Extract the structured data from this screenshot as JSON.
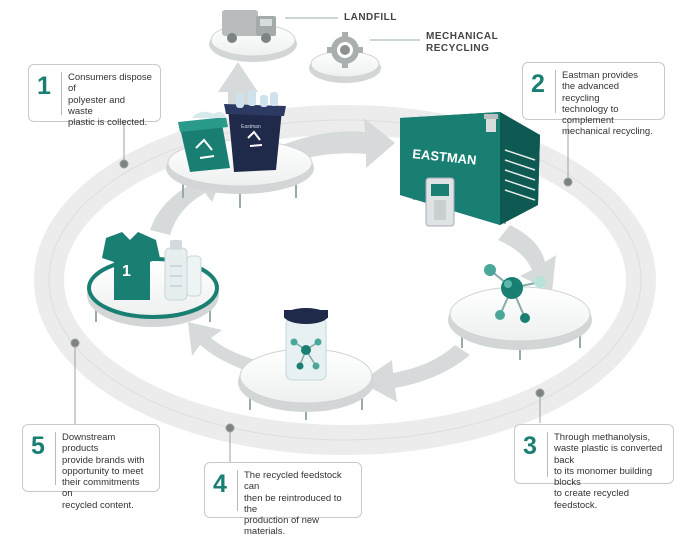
{
  "labels": {
    "landfill": "LANDFILL",
    "mechanical_recycling": [
      "MECHANICAL",
      "RECYCLING"
    ],
    "eastman_brand": "EASTMAN",
    "shirt_number": "1",
    "bin_tag": "Eastman"
  },
  "steps": [
    {
      "number": "1",
      "lines": [
        "Consumers dispose of",
        "polyester and waste",
        "plastic is collected."
      ]
    },
    {
      "number": "2",
      "lines": [
        "Eastman provides",
        "the advanced recycling",
        "technology to complement",
        "mechanical recycling."
      ]
    },
    {
      "number": "3",
      "lines": [
        "Through methanolysis,",
        "waste plastic is converted back",
        "to its monomer building blocks",
        "to create recycled feedstock."
      ]
    },
    {
      "number": "4",
      "lines": [
        "The recycled feedstock can",
        "then be reintroduced to the",
        "production of new materials."
      ]
    },
    {
      "number": "5",
      "lines": [
        "Downstream products",
        "provide brands with",
        "opportunity to meet",
        "their commitments on",
        "recycled content."
      ]
    }
  ],
  "colors": {
    "teal": "#1a7f73",
    "dark_teal": "#0e5a52",
    "navy": "#1f2a4a",
    "ring_gray": "#d9dcdc",
    "platform_edge": "#cfd3d3"
  },
  "icons": [
    "landfill-truck-icon",
    "recycling-gear-icon",
    "recycling-bins-icon",
    "eastman-machine-icon",
    "molecule-icon",
    "feedstock-jar-icon",
    "shirt-bottle-icon"
  ]
}
